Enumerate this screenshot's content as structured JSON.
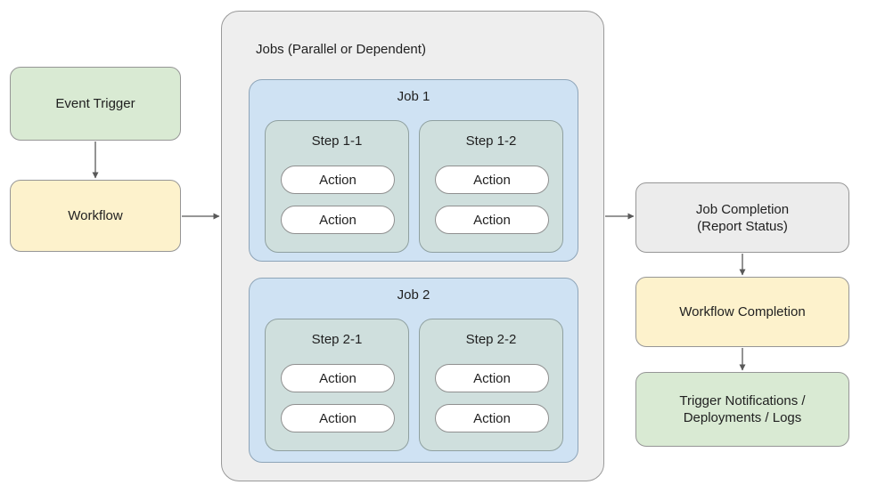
{
  "colors": {
    "background": "#ffffff",
    "green_fill": "#d9ead3",
    "yellow_fill": "#fdf2cc",
    "container_fill": "#eeeeee",
    "gray_box_fill": "#ececec",
    "job_fill": "#cfe2f3",
    "step_fill": "#cfdfdd",
    "pill_fill": "#ffffff",
    "border": "#969696",
    "arrow": "#595959",
    "text": "#212121"
  },
  "left_column": {
    "event_trigger_label": "Event Trigger",
    "workflow_label": "Workflow"
  },
  "jobs_container": {
    "title": "Jobs (Parallel or Dependent)",
    "jobs": [
      {
        "title": "Job 1",
        "steps": [
          {
            "title": "Step 1-1",
            "actions": [
              "Action",
              "Action"
            ]
          },
          {
            "title": "Step 1-2",
            "actions": [
              "Action",
              "Action"
            ]
          }
        ]
      },
      {
        "title": "Job 2",
        "steps": [
          {
            "title": "Step 2-1",
            "actions": [
              "Action",
              "Action"
            ]
          },
          {
            "title": "Step 2-2",
            "actions": [
              "Action",
              "Action"
            ]
          }
        ]
      }
    ]
  },
  "right_column": {
    "job_completion": {
      "line1": "Job Completion",
      "line2": "(Report Status)"
    },
    "workflow_completion_label": "Workflow Completion",
    "notifications": {
      "line1": "Trigger Notifications /",
      "line2": "Deployments / Logs"
    }
  }
}
